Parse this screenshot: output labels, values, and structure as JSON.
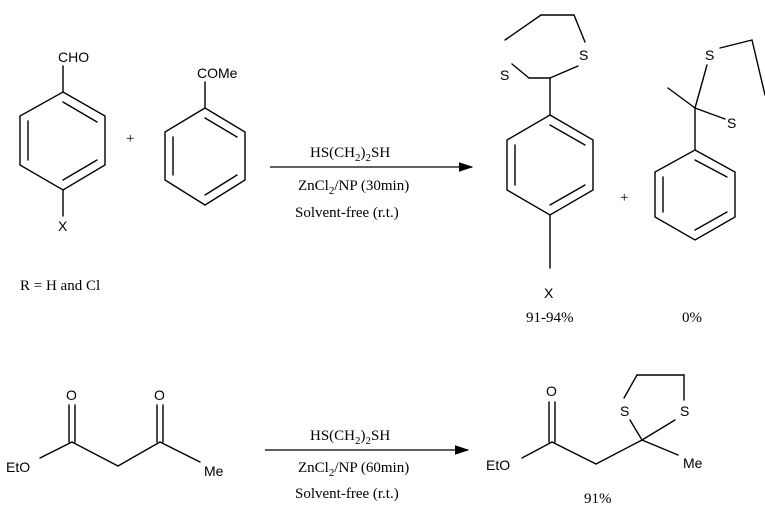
{
  "reaction1": {
    "reactant1": {
      "top_group": "CHO",
      "bottom_group": "X"
    },
    "reactant2": {
      "top_group": "COMe"
    },
    "plus": "+",
    "r_label": "R = H and Cl",
    "conditions": {
      "reagent_a": "HS(CH",
      "reagent_sub": "2",
      "reagent_b": ")",
      "reagent_c": "SH",
      "catalyst_a": "ZnCl",
      "catalyst_sub": "2",
      "catalyst_b": "/NP (30min)",
      "solvent": "Solvent-free (r.t.)"
    },
    "product1": {
      "s1": "S",
      "s2": "S",
      "bottom_group": "X",
      "yield": "91-94%"
    },
    "product_plus": "+",
    "product2": {
      "s1": "S",
      "s2": "S",
      "yield": "0%"
    }
  },
  "reaction2": {
    "reactant": {
      "o1": "O",
      "o2": "O",
      "eto": "EtO",
      "me": "Me"
    },
    "conditions": {
      "reagent_a": "HS(CH",
      "reagent_sub": "2",
      "reagent_b": ")",
      "reagent_c": "SH",
      "catalyst_a": "ZnCl",
      "catalyst_sub": "2",
      "catalyst_b": "/NP (60min)",
      "solvent": "Solvent-free (r.t.)"
    },
    "product": {
      "o": "O",
      "eto": "EtO",
      "s1": "S",
      "s2": "S",
      "me": "Me",
      "yield": "91%"
    }
  }
}
